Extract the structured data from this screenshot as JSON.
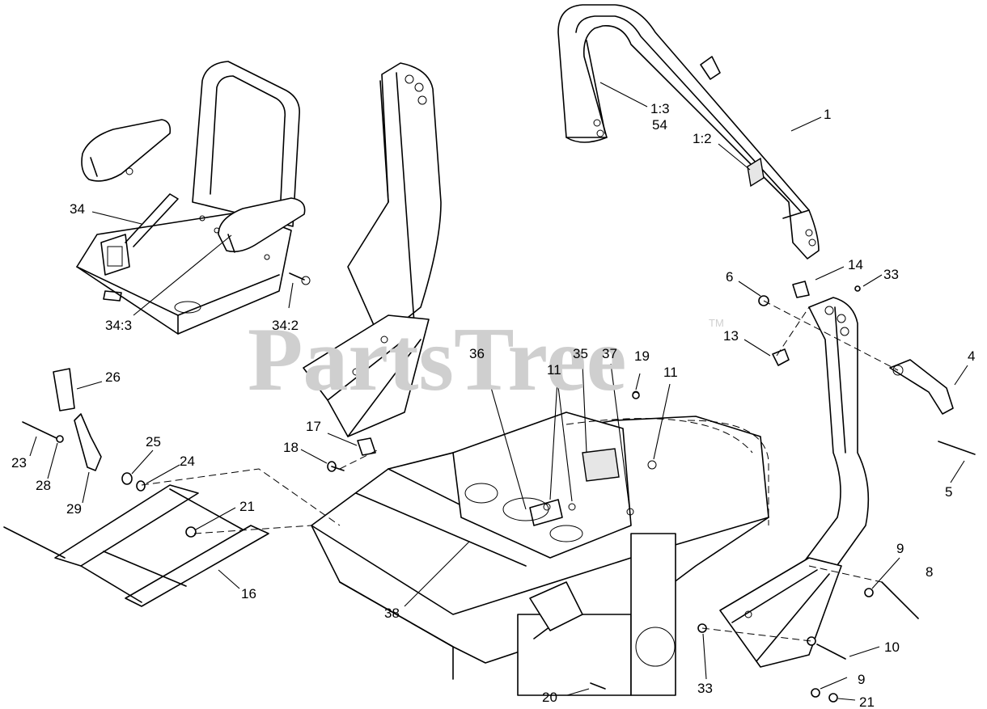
{
  "watermark": {
    "text": "PartsTree",
    "trademark": "TM"
  },
  "callouts": [
    {
      "id": "c-1",
      "text": "1"
    },
    {
      "id": "c-1-3",
      "text": "1:3"
    },
    {
      "id": "c-54",
      "text": "54"
    },
    {
      "id": "c-1-2",
      "text": "1:2"
    },
    {
      "id": "c-34",
      "text": "34"
    },
    {
      "id": "c-34-3",
      "text": "34:3"
    },
    {
      "id": "c-34-2",
      "text": "34:2"
    },
    {
      "id": "c-14",
      "text": "14"
    },
    {
      "id": "c-33-top",
      "text": "33"
    },
    {
      "id": "c-6",
      "text": "6"
    },
    {
      "id": "c-13",
      "text": "13"
    },
    {
      "id": "c-4",
      "text": "4"
    },
    {
      "id": "c-5",
      "text": "5"
    },
    {
      "id": "c-26",
      "text": "26"
    },
    {
      "id": "c-36",
      "text": "36"
    },
    {
      "id": "c-35",
      "text": "35"
    },
    {
      "id": "c-37",
      "text": "37"
    },
    {
      "id": "c-19",
      "text": "19"
    },
    {
      "id": "c-11-a",
      "text": "11"
    },
    {
      "id": "c-11-b",
      "text": "11"
    },
    {
      "id": "c-17",
      "text": "17"
    },
    {
      "id": "c-18",
      "text": "18"
    },
    {
      "id": "c-25",
      "text": "25"
    },
    {
      "id": "c-24",
      "text": "24"
    },
    {
      "id": "c-23",
      "text": "23"
    },
    {
      "id": "c-28",
      "text": "28"
    },
    {
      "id": "c-29",
      "text": "29"
    },
    {
      "id": "c-21-left",
      "text": "21"
    },
    {
      "id": "c-16",
      "text": "16"
    },
    {
      "id": "c-38",
      "text": "38"
    },
    {
      "id": "c-9-top",
      "text": "9"
    },
    {
      "id": "c-8",
      "text": "8"
    },
    {
      "id": "c-10",
      "text": "10"
    },
    {
      "id": "c-9-bottom",
      "text": "9"
    },
    {
      "id": "c-21-right",
      "text": "21"
    },
    {
      "id": "c-33-bottom",
      "text": "33"
    },
    {
      "id": "c-20",
      "text": "20"
    }
  ]
}
